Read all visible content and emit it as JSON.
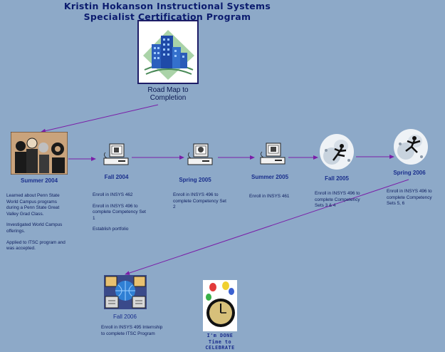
{
  "title": {
    "line1": "Kristin Hokanson Instructional Systems",
    "line2": "Specialist Certification Program"
  },
  "roadmap": {
    "line1": "Road Map to",
    "line2": "Completion"
  },
  "stages": [
    {
      "label": "Summer 2004",
      "icon": "conference-people-icon",
      "desc": [
        "Learned about Penn State World Campus programs during a Penn State Great Valley Grad Class.",
        "Investigated World Campus offerings.",
        "Applied to ITSC program and was accepted."
      ]
    },
    {
      "label": "Fall 2004",
      "icon": "computer-icon",
      "desc": [
        "Enroll in INSYS 462",
        "Enroll in INSYS 496 to complete Competency Set 1",
        "Establish portfolio"
      ]
    },
    {
      "label": "Spring 2005",
      "icon": "computer-icon",
      "desc": [
        "Enroll in INSYS 496 to complete Competency Set 2"
      ]
    },
    {
      "label": "Summer 2005",
      "icon": "computer-icon",
      "desc": [
        "Enroll in INSYS 461"
      ]
    },
    {
      "label": "Fall 2005",
      "icon": "climbing-figure-icon",
      "desc": [
        "Enroll in INSYS 496 to complete Competency Sets 3 & 4"
      ]
    },
    {
      "label": "Spring 2006",
      "icon": "climbing-figure-icon",
      "desc": [
        "Enroll in INSYS 496 to complete Competency Sets 5, 6"
      ]
    },
    {
      "label": "Fall 2006",
      "icon": "networked-computers-icon",
      "desc": [
        "Enroll in INSYS 495 Internship",
        "to complete ITSC Program"
      ]
    }
  ],
  "celebrate": {
    "line1": "I'm DONE",
    "line2": "Time to",
    "line3": "CELEBRATE"
  },
  "colors": {
    "background": "#8da9c8",
    "arrow": "#7a1ea8",
    "text": "#0a1a66"
  }
}
